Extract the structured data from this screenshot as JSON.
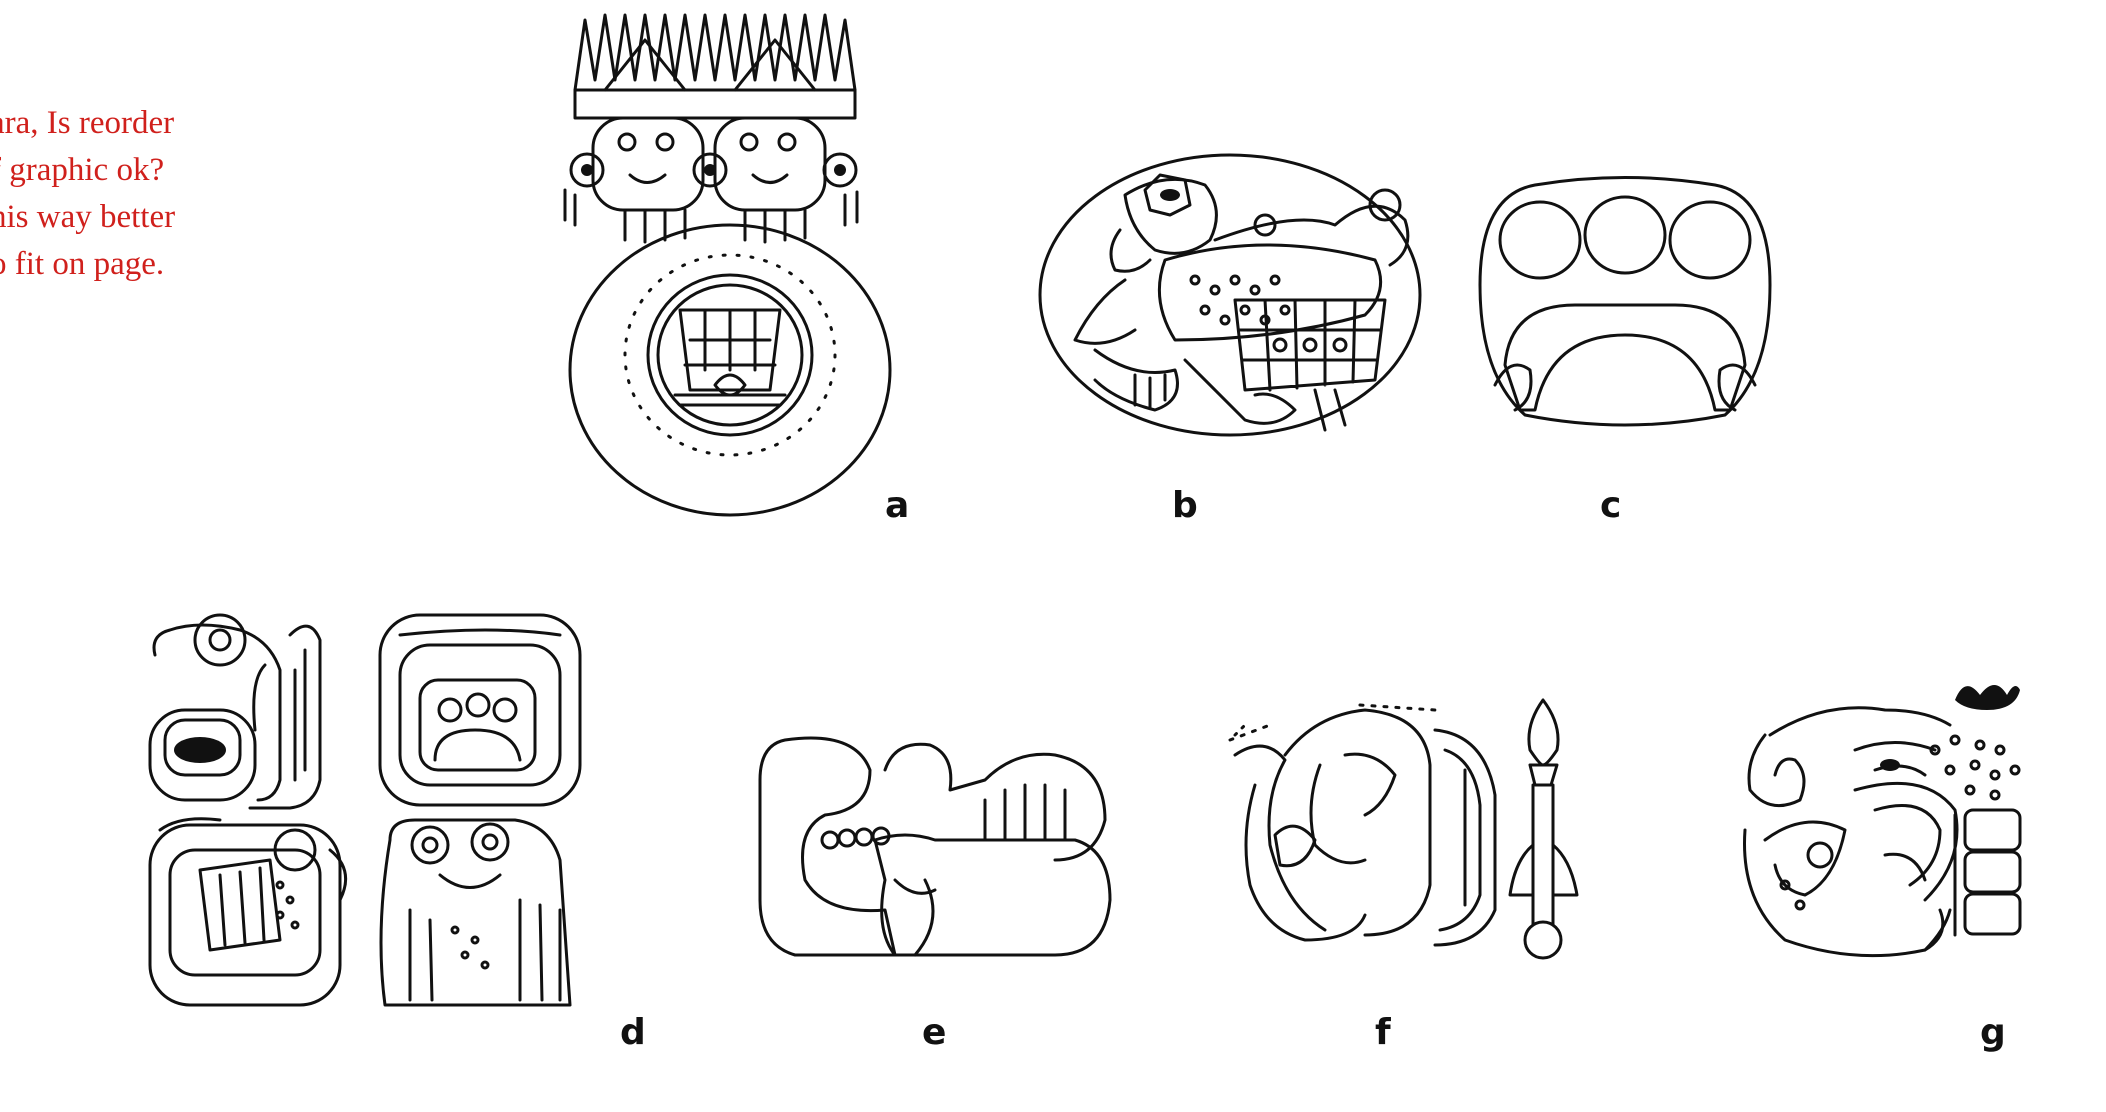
{
  "editor_note": {
    "lines": [
      "ara, Is reorder",
      "f graphic ok?",
      "his way better",
      "o fit on page."
    ],
    "color": "#d0201c"
  },
  "figure_labels": {
    "a": "a",
    "b": "b",
    "c": "c",
    "d": "d",
    "e": "e",
    "f": "f",
    "g": "g"
  }
}
